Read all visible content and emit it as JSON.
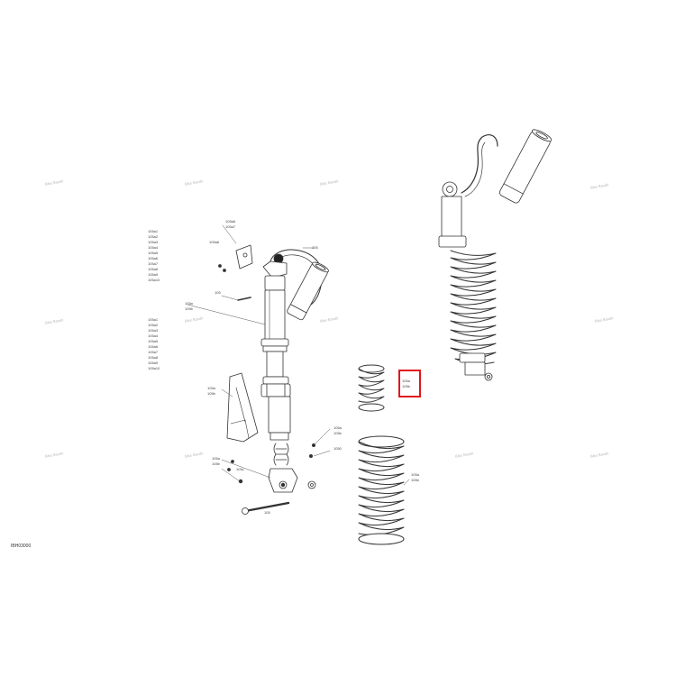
{
  "figure_code": "IBH03000",
  "watermark_text": "Bike Bandit",
  "highlight_color": "#e0161d",
  "callouts": {
    "top_bracket": "105a6",
    "top_bracket_2": "105a7",
    "hose": "105",
    "left_col_1": [
      "105a1",
      "105a2",
      "105a3",
      "105a4",
      "105a5",
      "105a6",
      "105a7",
      "105a8",
      "105a9",
      "105a10"
    ],
    "left_col_2": [
      "105a1",
      "105a2",
      "105a3",
      "105a4",
      "105a5",
      "105a6",
      "105a7",
      "105a8",
      "105a9",
      "105a10"
    ],
    "body_a": "105a",
    "body_b": "105b",
    "clip": "1050",
    "guard_a": "105a",
    "guard_b": "105b",
    "small_spring_a": "105a",
    "small_spring_b": "105b",
    "big_spring_a": "105a",
    "big_spring_b": "105b",
    "clevis_a": "105a",
    "clevis_b": "105b",
    "clevis_c": "105c",
    "washer_a": "105a",
    "washer_b": "105b",
    "bolt": "105"
  }
}
